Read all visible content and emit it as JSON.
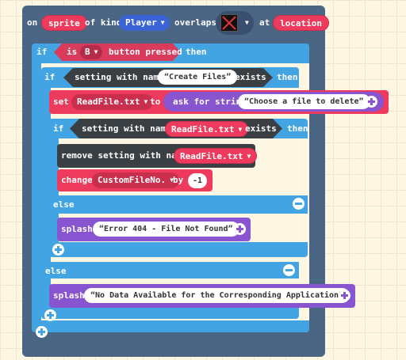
{
  "event": {
    "on": "on",
    "sprite_var": "sprite",
    "of_kind": "of kind",
    "kind_value": "Player",
    "overlaps": "overlaps",
    "at": "at",
    "location_var": "location"
  },
  "if1": {
    "if_kw": "if",
    "is_kw": "is",
    "button_value": "B",
    "button_pressed": "button pressed",
    "then_kw": "then"
  },
  "if2": {
    "if_kw": "if",
    "setting_with_name": "setting with name",
    "name_value": "Create Files",
    "exists": "exists",
    "then_kw": "then"
  },
  "set_stmt": {
    "set_kw": "set",
    "var": "ReadFile.txt",
    "to_kw": "to",
    "ask_for_string": "ask for string",
    "prompt": "Choose a file to delete"
  },
  "if3": {
    "if_kw": "if",
    "setting_with_name": "setting with name",
    "var": "ReadFile.txt",
    "exists": "exists",
    "then_kw": "then"
  },
  "remove_stmt": {
    "label": "remove setting with name",
    "var": "ReadFile.txt"
  },
  "change_stmt": {
    "change_kw": "change",
    "var": "CustomFileNo.",
    "by_kw": "by",
    "value": "-1"
  },
  "else3": {
    "else_kw": "else"
  },
  "splash1": {
    "splash_kw": "splash",
    "text": "Error 404 - File Not Found"
  },
  "else2": {
    "else_kw": "else"
  },
  "splash2": {
    "splash_kw": "splash",
    "text": "No Data Available for the Corresponding Application"
  },
  "colors": {
    "event": "#4b6584",
    "logic": "#42a4e3",
    "controller": "#d83b5b",
    "variables": "#ee3a5c",
    "settings": "#3a3f44",
    "game": "#8854d0"
  }
}
